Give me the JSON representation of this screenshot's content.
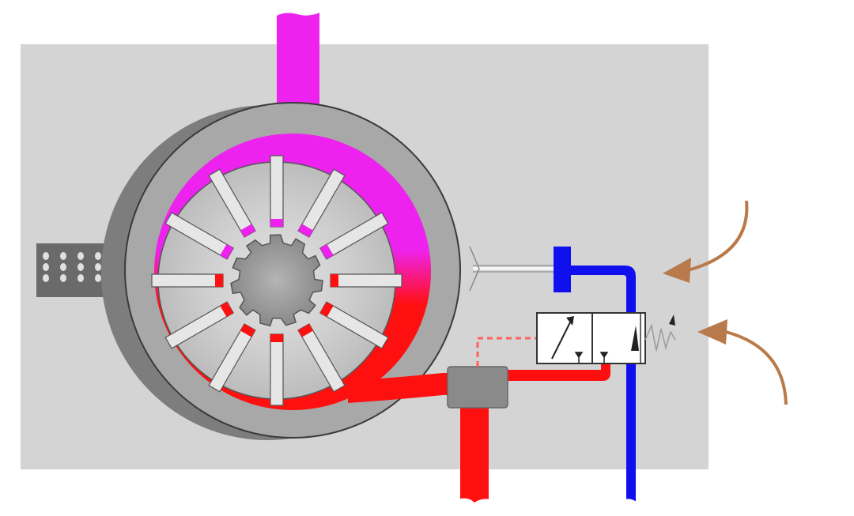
{
  "diagram": {
    "type": "vane-pump-hydraulic-schematic",
    "labels": [],
    "colors": {
      "background": "#ffffff",
      "panel": "#d4d4d4",
      "housing_outer": "#7d7d7d",
      "housing_face": "#a8a8a8",
      "rotor_cavity": "#cfcfcf",
      "shaft": "#9a9a9a",
      "suction_fluid": "#ee22ee",
      "pressure_fluid": "#ff1010",
      "return_line": "#1010ee",
      "pilot_line": "#ff6060",
      "valve_body": "#ffffff",
      "control_arrows": "#b87a4a",
      "mount_bracket": "#6a6a6a"
    },
    "parts": {
      "vane_count": 12,
      "shaft_spline_teeth": 11,
      "valve_positions": 2,
      "control_arrow_count": 2
    },
    "icons": [
      "vane-pump",
      "rotor-vane",
      "splined-shaft",
      "directional-valve",
      "return-spring",
      "mounting-bracket",
      "curved-arrow"
    ]
  }
}
